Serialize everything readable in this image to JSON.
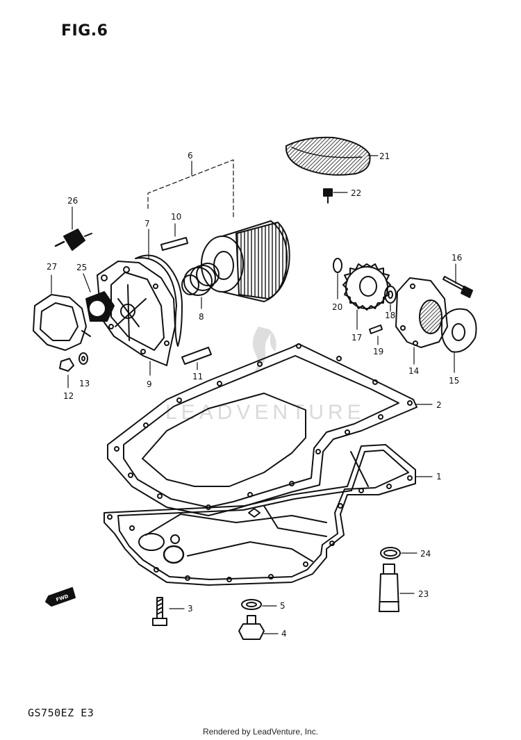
{
  "figure": {
    "title": "FIG.6",
    "model_code": "GS750EZ  E3",
    "credit": "Rendered by LeadVenture, Inc.",
    "watermark": "LEADVENTURE",
    "forward_marker": "FWD"
  },
  "callouts": [
    "1",
    "2",
    "3",
    "4",
    "5",
    "6",
    "7",
    "8",
    "9",
    "10",
    "11",
    "12",
    "13",
    "14",
    "15",
    "16",
    "17",
    "18",
    "19",
    "20",
    "21",
    "22",
    "23",
    "24",
    "25",
    "26",
    "27"
  ],
  "colors": {
    "ink": "#111111",
    "paper": "#ffffff",
    "watermark": "#d9d9d9"
  }
}
